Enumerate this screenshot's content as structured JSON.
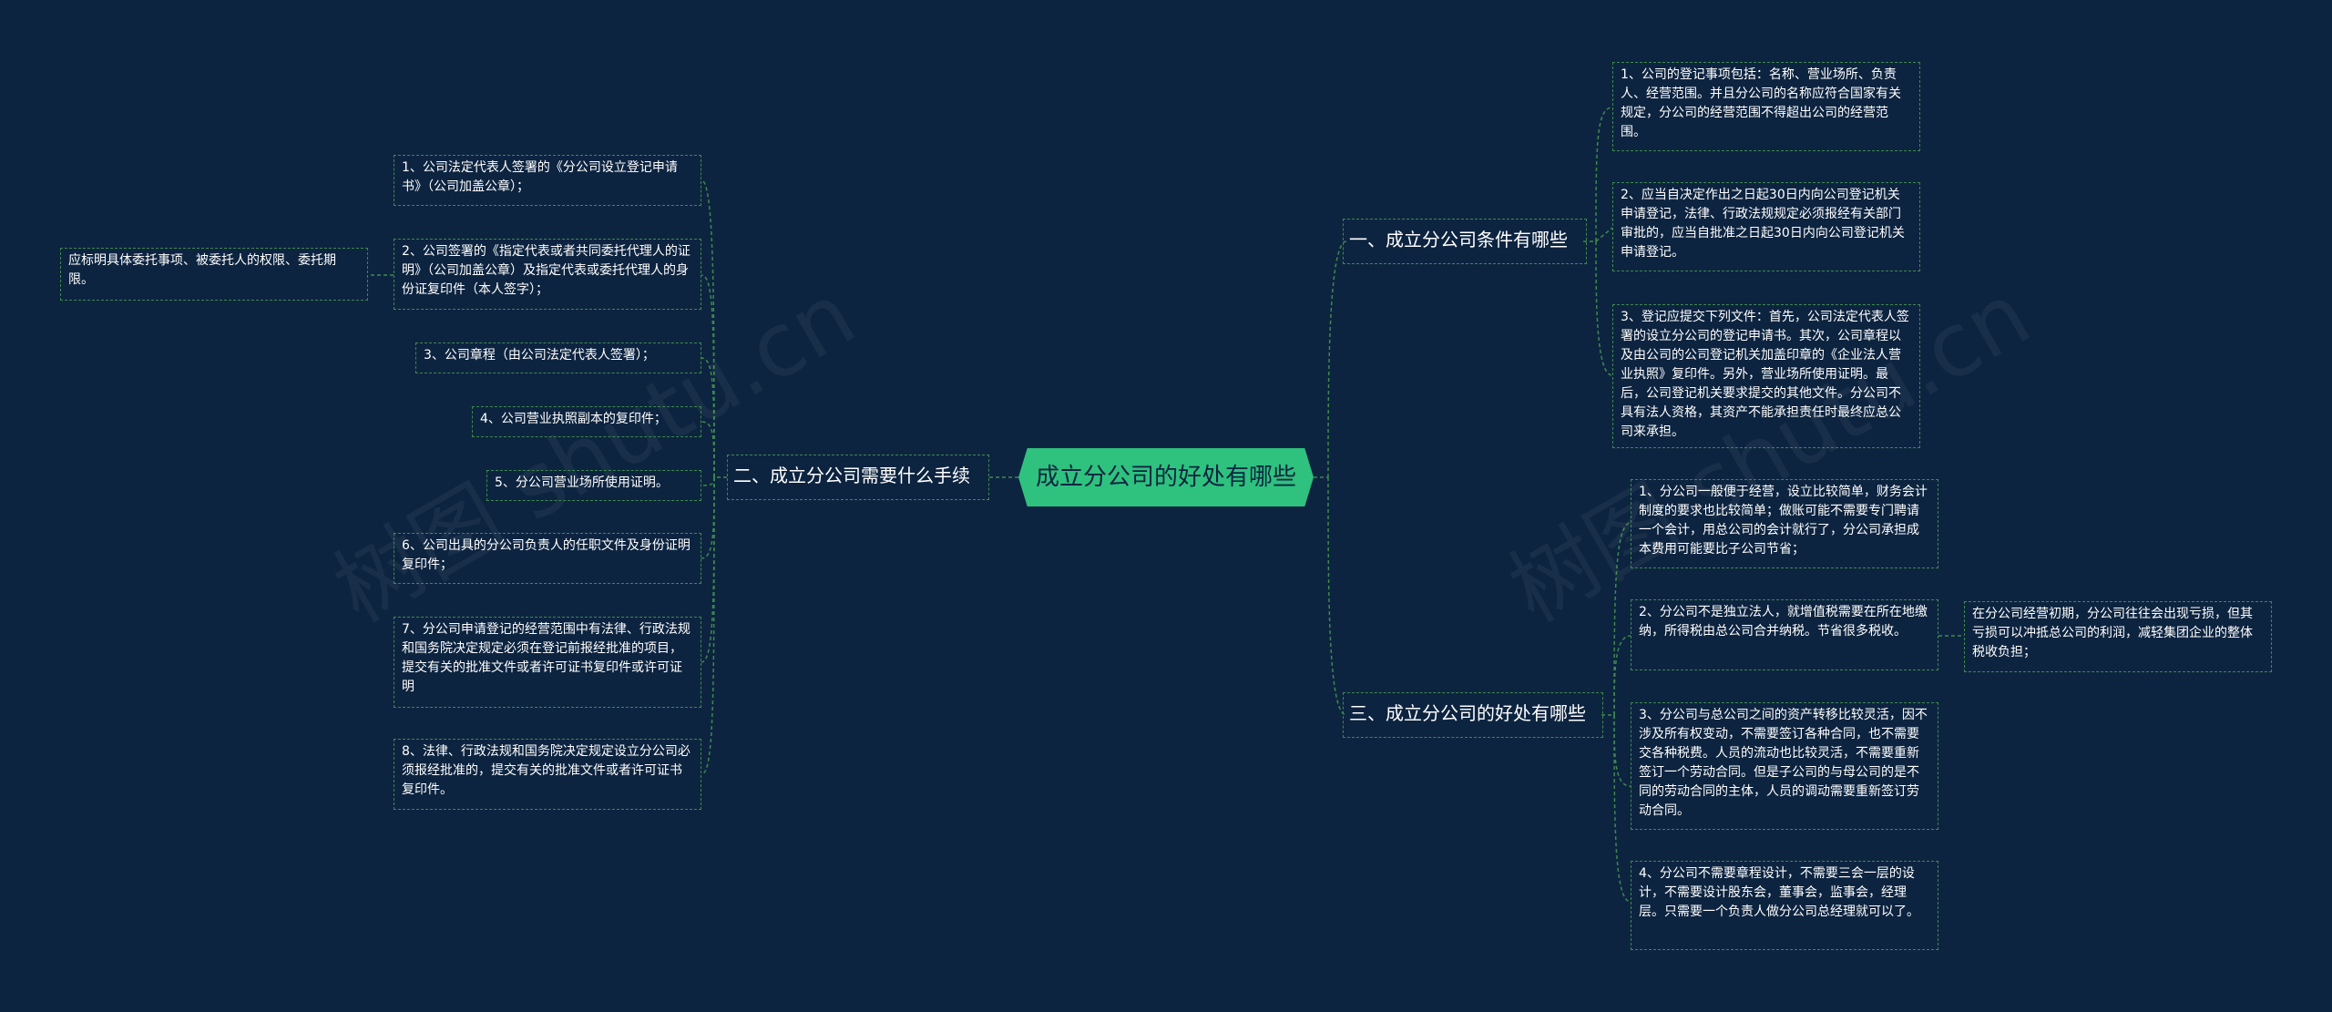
{
  "colors": {
    "background": "#0d2440",
    "root_fill": "#2ec27e",
    "connector": "#3e8a4c",
    "text": "#ffffff"
  },
  "root": "成立分公司的好处有哪些",
  "branches": {
    "b1": "一、成立分公司条件有哪些",
    "b2": "二、成立分公司需要什么手续",
    "b3": "三、成立分公司的好处有哪些"
  },
  "b1_items": [
    "1、公司的登记事项包括：名称、营业场所、负责人、经营范围。并且分公司的名称应符合国家有关规定，分公司的经营范围不得超出公司的经营范围。",
    "2、应当自决定作出之日起30日内向公司登记机关申请登记，法律、行政法规规定必须报经有关部门审批的，应当自批准之日起30日内向公司登记机关申请登记。",
    "3、登记应提交下列文件：首先，公司法定代表人签署的设立分公司的登记申请书。其次，公司章程以及由公司的公司登记机关加盖印章的《企业法人营业执照》复印件。另外，营业场所使用证明。最后，公司登记机关要求提交的其他文件。分公司不具有法人资格，其资产不能承担责任时最终应总公司来承担。"
  ],
  "b2_items": [
    "1、公司法定代表人签署的《分公司设立登记申请书》（公司加盖公章）；",
    "2、公司签署的《指定代表或者共同委托代理人的证明》（公司加盖公章）及指定代表或委托代理人的身份证复印件（本人签字）；",
    "3、公司章程（由公司法定代表人签署）；",
    "4、公司营业执照副本的复印件；",
    "5、分公司营业场所使用证明。",
    "6、公司出具的分公司负责人的任职文件及身份证明复印件；",
    "7、分公司申请登记的经营范围中有法律、行政法规和国务院决定规定必须在登记前报经批准的项目，提交有关的批准文件或者许可证书复印件或许可证明",
    "8、法律、行政法规和国务院决定规定设立分公司必须报经批准的，提交有关的批准文件或者许可证书复印件。"
  ],
  "b2_sub": "应标明具体委托事项、被委托人的权限、委托期限。",
  "b3_items": [
    "1、分公司一般便于经营，设立比较简单，财务会计制度的要求也比较简单；做账可能不需要专门聘请一个会计，用总公司的会计就行了，分公司承担成本费用可能要比子公司节省；",
    "2、分公司不是独立法人，就增值税需要在所在地缴纳，所得税由总公司合并纳税。节省很多税收。",
    "3、分公司与总公司之间的资产转移比较灵活，因不涉及所有权变动，不需要签订各种合同，也不需要交各种税费。人员的流动也比较灵活，不需要重新签订一个劳动合同。但是子公司的与母公司的是不同的劳动合同的主体，人员的调动需要重新签订劳动合同。",
    "4、分公司不需要章程设计，不需要三会一层的设计，不需要设计股东会，董事会，监事会，经理层。只需要一个负责人做分公司总经理就可以了。"
  ],
  "b3_sub": "在分公司经营初期，分公司往往会出现亏损，但其亏损可以冲抵总公司的利润，减轻集团企业的整体税收负担；"
}
